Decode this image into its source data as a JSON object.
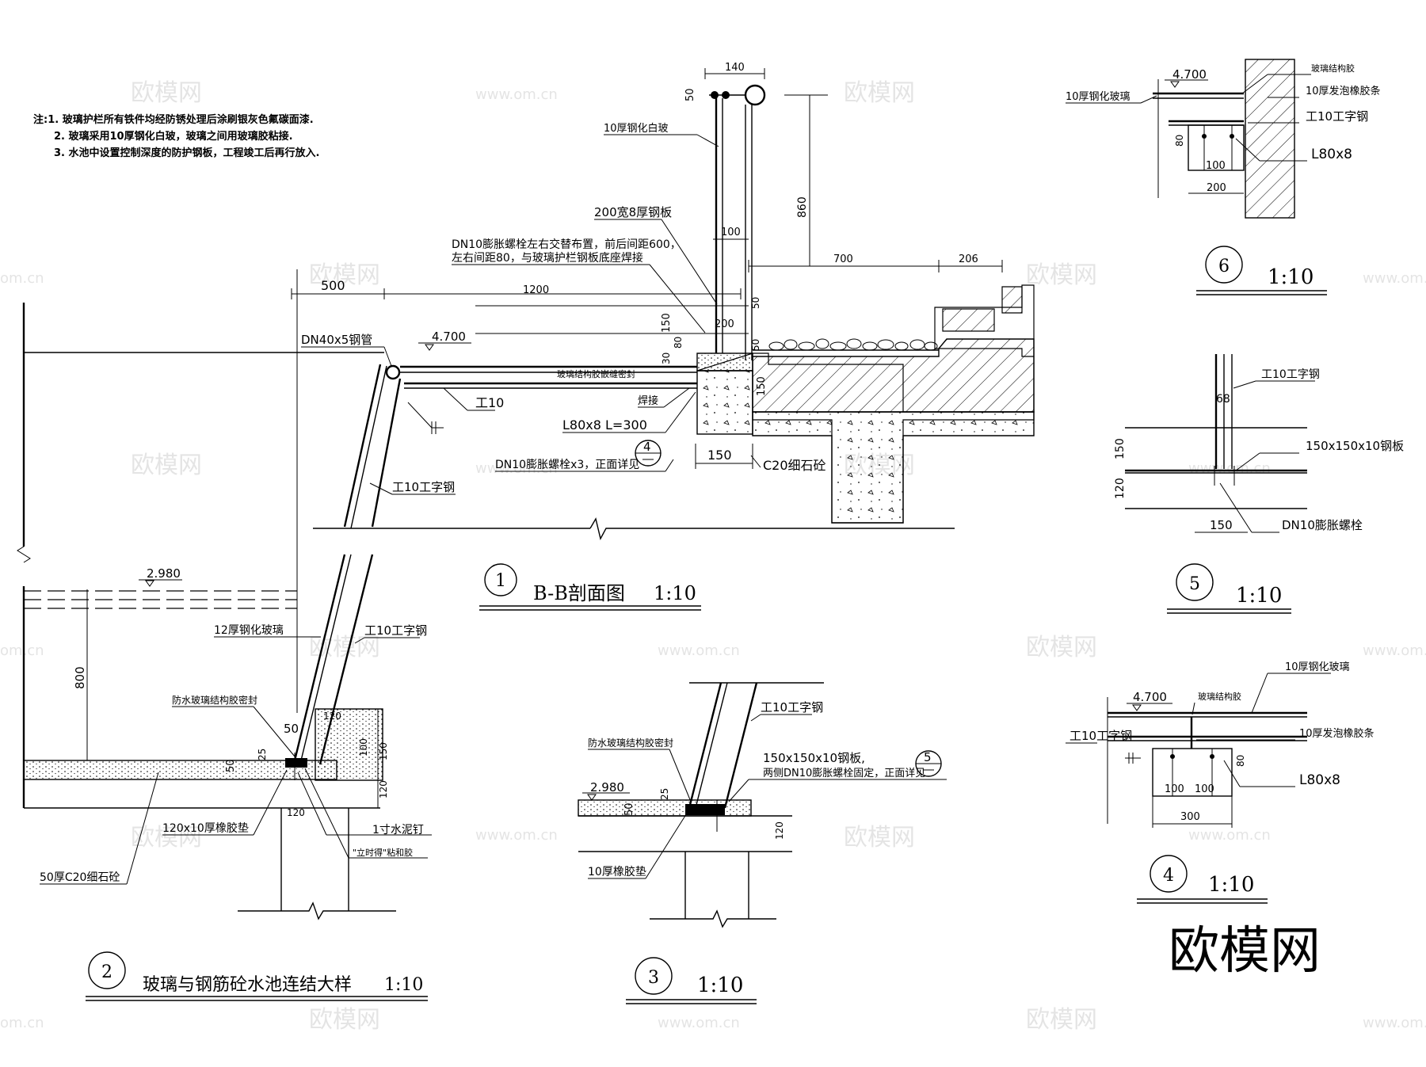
{
  "notes": {
    "lines": [
      "注:1.  玻璃护栏所有铁件均经防锈处理后涂刷银灰色氟碳面漆.",
      "2.  玻璃采用10厚钢化白玻，玻璃之间用玻璃胶粘接.",
      "3.  水池中设置控制深度的防护钢板，工程竣工后再行放入."
    ]
  },
  "detail1": {
    "num": "1",
    "title": "B-B剖面图",
    "scale": "1:10",
    "dims": {
      "d140": "140",
      "d50": "50",
      "d860": "860",
      "d100": "100",
      "d700": "700",
      "d206": "206",
      "d500": "500",
      "d1200": "1200",
      "d200": "200",
      "d150a": "150",
      "d80": "80",
      "d50b": "50",
      "d50c": "50",
      "d150b": "150",
      "d150c": "150",
      "d30": "30"
    },
    "labels": {
      "glass": "10厚钢化白玻",
      "plate": "200宽8厚钢板",
      "bolt1": "DN10膨胀螺栓左右交替布置，前后间距600，",
      "bolt2": "左右间距80，与玻璃护栏钢板底座焊接",
      "pipe": "DN40x5钢管",
      "level": "4.700",
      "sealant": "玻璃结构胶嵌缝密封",
      "beam": "工10",
      "weld": "焊接",
      "angle": "L80x8  L=300",
      "bolt3": "DN10膨胀螺栓x3，正面详见",
      "ibeam": "工10工字钢",
      "concrete": "C20细石砼",
      "ref": "4"
    }
  },
  "detail2": {
    "num": "2",
    "title": "玻璃与钢筋砼水池连结大样",
    "scale": "1:10",
    "labels": {
      "level": "2.980",
      "d800": "800",
      "glass12": "12厚钢化玻璃",
      "ibeam": "工10工字钢",
      "seal": "防水玻璃结构胶密封",
      "pad": "120x10厚橡胶垫",
      "nail": "1寸水泥钉",
      "glue": "\"立时得\"粘和胶",
      "concrete": "50厚C20细石砼",
      "d120a": "120",
      "d50": "50",
      "d25": "25",
      "d100": "100",
      "d150": "150",
      "d120b": "120",
      "d120c": "120",
      "d50b": "50"
    }
  },
  "detail3": {
    "num": "3",
    "scale": "1:10",
    "labels": {
      "ibeam": "工10工字钢",
      "seal": "防水玻璃结构胶密封",
      "plate": "150x150x10钢板,",
      "bolt": "两侧DN10膨胀螺栓固定，正面详见",
      "level": "2.980",
      "pad": "10厚橡胶垫",
      "d120": "120",
      "d50": "50",
      "d25": "25",
      "ref": "5"
    }
  },
  "detail4": {
    "num": "4",
    "scale": "1:10",
    "labels": {
      "glass": "10厚钢化玻璃",
      "level": "4.700",
      "glue": "玻璃结构胶",
      "ibeam": "工10工字钢",
      "foam": "10厚发泡橡胶条",
      "angle": "L80x8",
      "d80": "80",
      "d100a": "100",
      "d100b": "100",
      "d300": "300"
    }
  },
  "detail5": {
    "num": "5",
    "scale": "1:10",
    "labels": {
      "ibeam": "工10工字钢",
      "d68": "68",
      "plate": "150x150x10钢板",
      "bolt": "DN10膨胀螺栓",
      "d150a": "150",
      "d120": "120",
      "d150b": "150"
    }
  },
  "detail6": {
    "num": "6",
    "scale": "1:10",
    "labels": {
      "level": "4.700",
      "glass": "10厚钢化玻璃",
      "glue": "玻璃结构胶",
      "foam": "10厚发泡橡胶条",
      "ibeam": "工10工字钢",
      "angle": "L80x8",
      "d80": "80",
      "d100": "100",
      "d200": "200"
    }
  },
  "watermark": {
    "brand": "欧模网",
    "url": "www.om.cn",
    "domain": "om.cn"
  }
}
